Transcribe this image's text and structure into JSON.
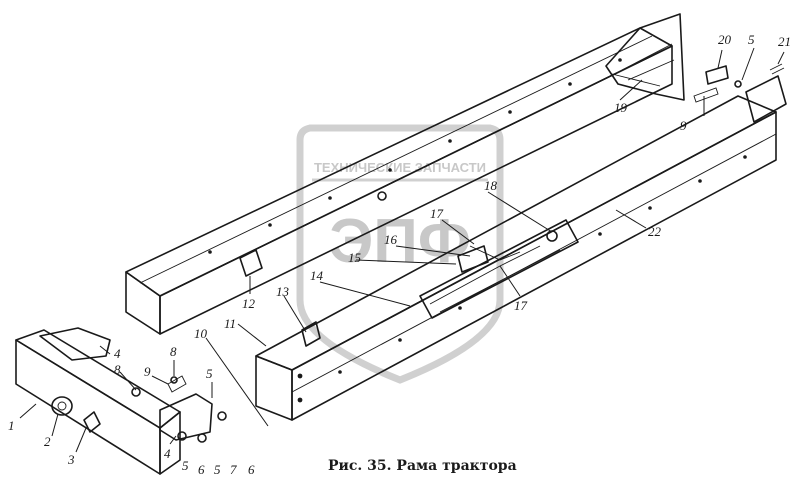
{
  "watermark": {
    "top_text": "ТЕХНИЧЕСКИЕ ЗАПЧАСТИ",
    "logo_text": "ЭПФ"
  },
  "caption": "Рис. 35. Рама трактора",
  "colors": {
    "ink": "#1a1a1a",
    "watermark": "#c8c8c8",
    "background": "#ffffff"
  },
  "callouts": [
    {
      "id": "c1",
      "text": "1"
    },
    {
      "id": "c2",
      "text": "2"
    },
    {
      "id": "c3",
      "text": "3"
    },
    {
      "id": "c4a",
      "text": "4"
    },
    {
      "id": "c4b",
      "text": "4"
    },
    {
      "id": "c5a",
      "text": "5"
    },
    {
      "id": "c5b",
      "text": "5"
    },
    {
      "id": "c5c",
      "text": "5"
    },
    {
      "id": "c5d",
      "text": "5"
    },
    {
      "id": "c6a",
      "text": "6"
    },
    {
      "id": "c6b",
      "text": "6"
    },
    {
      "id": "c7",
      "text": "7"
    },
    {
      "id": "c8a",
      "text": "8"
    },
    {
      "id": "c8b",
      "text": "8"
    },
    {
      "id": "c9a",
      "text": "9"
    },
    {
      "id": "c9b",
      "text": "9"
    },
    {
      "id": "c10",
      "text": "10"
    },
    {
      "id": "c11",
      "text": "11"
    },
    {
      "id": "c12",
      "text": "12"
    },
    {
      "id": "c13",
      "text": "13"
    },
    {
      "id": "c14",
      "text": "14"
    },
    {
      "id": "c15",
      "text": "15"
    },
    {
      "id": "c16",
      "text": "16"
    },
    {
      "id": "c17a",
      "text": "17"
    },
    {
      "id": "c17b",
      "text": "17"
    },
    {
      "id": "c18",
      "text": "18"
    },
    {
      "id": "c19",
      "text": "19"
    },
    {
      "id": "c20",
      "text": "20"
    },
    {
      "id": "c21",
      "text": "21"
    },
    {
      "id": "c22",
      "text": "22"
    }
  ]
}
